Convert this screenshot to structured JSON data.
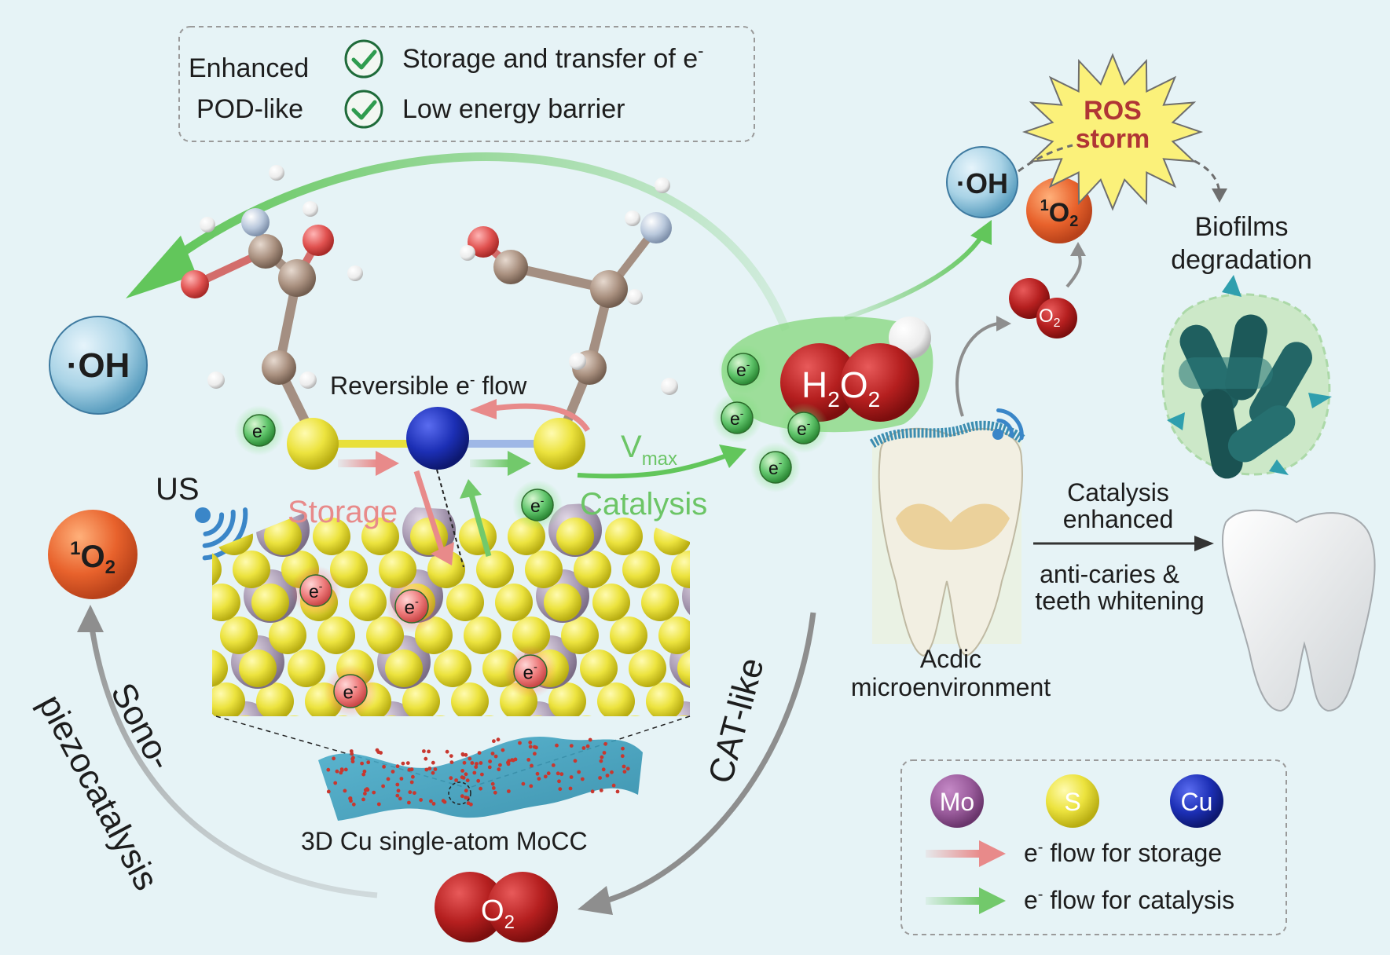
{
  "top_box": {
    "title_line1": "Enhanced",
    "title_line2": "POD-like",
    "check1": "Storage and transfer of e",
    "check1_sup": "-",
    "check2": "Low energy barrier"
  },
  "labels": {
    "oh_left": "·OH",
    "o2_singlet_left_sup": "1",
    "o2_singlet_left": "O",
    "o2_singlet_left_sub": "2",
    "us": "US",
    "reversible": "Reversible e",
    "reversible_sup": "-",
    "reversible_tail": " flow",
    "storage": "Storage",
    "catalysis": "Catalysis",
    "vmax": "V",
    "vmax_sub": "max",
    "electron": "e",
    "electron_sup": "-",
    "h2o2_h": "H",
    "h2o2_sub1": "2",
    "h2o2_o": "O",
    "h2o2_sub2": "2",
    "mocc": "3D Cu single-atom MoCC",
    "cat_like": "CAT-like",
    "sono_line1": "Sono-",
    "sono_line2": "piezocatalysis",
    "o2_bottom": "O",
    "o2_bottom_sub": "2",
    "oh_right": "·OH",
    "o2_singlet_right_sup": "1",
    "o2_singlet_right": "O",
    "o2_singlet_right_sub": "2",
    "o2_small": "O",
    "o2_small_sub": "2",
    "ros_line1": "ROS",
    "ros_line2": "storm",
    "biofilm_line1": "Biofilms",
    "biofilm_line2": "degradation",
    "catalysis_enh_line1": "Catalysis",
    "catalysis_enh_line2": "enhanced",
    "anticaries_line1": "anti-caries &",
    "anticaries_line2": "teeth whitening",
    "acidic_line1": "Acdic",
    "acidic_line2": "microenvironment"
  },
  "legend": {
    "mo": "Mo",
    "s": "S",
    "cu": "Cu",
    "storage_pre": "e",
    "storage_sup": "-",
    "storage_text": " flow for storage",
    "catalysis_pre": "e",
    "catalysis_sup": "-",
    "catalysis_text": " flow for catalysis"
  },
  "colors": {
    "background": "#e6f3f6",
    "mo": "#9a5c9c",
    "s": "#e8e03a",
    "cu": "#1c2fb5",
    "storage_arrow": "#e88a8a",
    "catalysis_arrow": "#72c96b",
    "oxygen_red": "#b51f1f",
    "singlet_orange": "#e8622c",
    "oh_blue": "#a9d3e6"
  }
}
